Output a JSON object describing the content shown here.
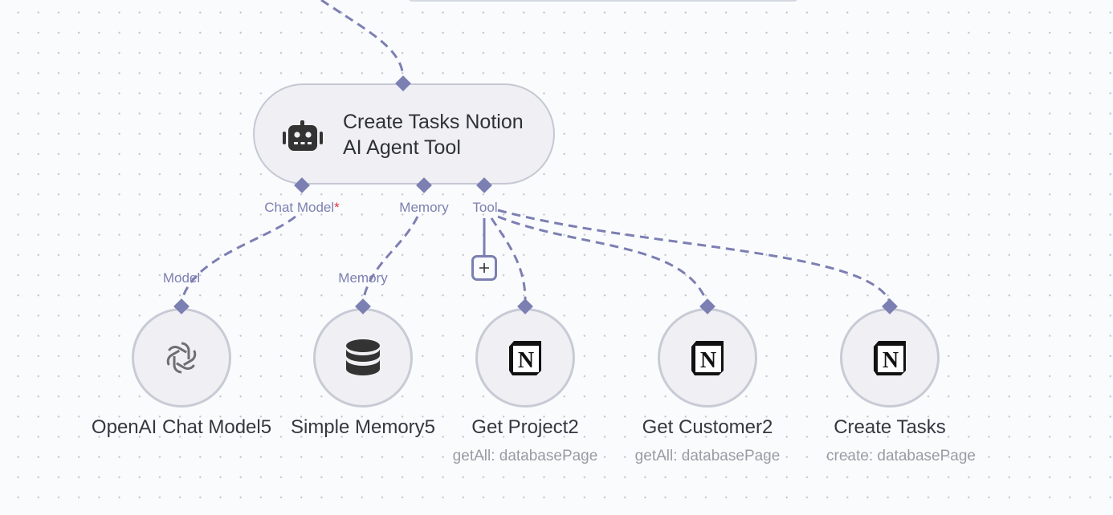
{
  "canvas": {
    "accent_color": "#7c7fb2",
    "required_color": "#e0373a"
  },
  "agent_node": {
    "title_line1": "Create Tasks Notion",
    "title_line2": "AI Agent Tool",
    "icon": "robot-icon",
    "ports": {
      "chat_model": "Chat Model",
      "chat_model_required": "*",
      "memory": "Memory",
      "tool": "Tool"
    }
  },
  "add_tool_button": {
    "label": "+"
  },
  "sub_nodes": [
    {
      "name": "OpenAI Chat Model5",
      "subtitle": "",
      "icon": "openai-icon",
      "input_label": "Model"
    },
    {
      "name": "Simple Memory5",
      "subtitle": "",
      "icon": "database-icon",
      "input_label": "Memory"
    },
    {
      "name": "Get Project2",
      "subtitle": "getAll: databasePage",
      "icon": "notion-icon",
      "input_label": ""
    },
    {
      "name": "Get Customer2",
      "subtitle": "getAll: databasePage",
      "icon": "notion-icon",
      "input_label": ""
    },
    {
      "name": "Create Tasks",
      "subtitle": "create: databasePage",
      "icon": "notion-icon",
      "input_label": ""
    }
  ]
}
